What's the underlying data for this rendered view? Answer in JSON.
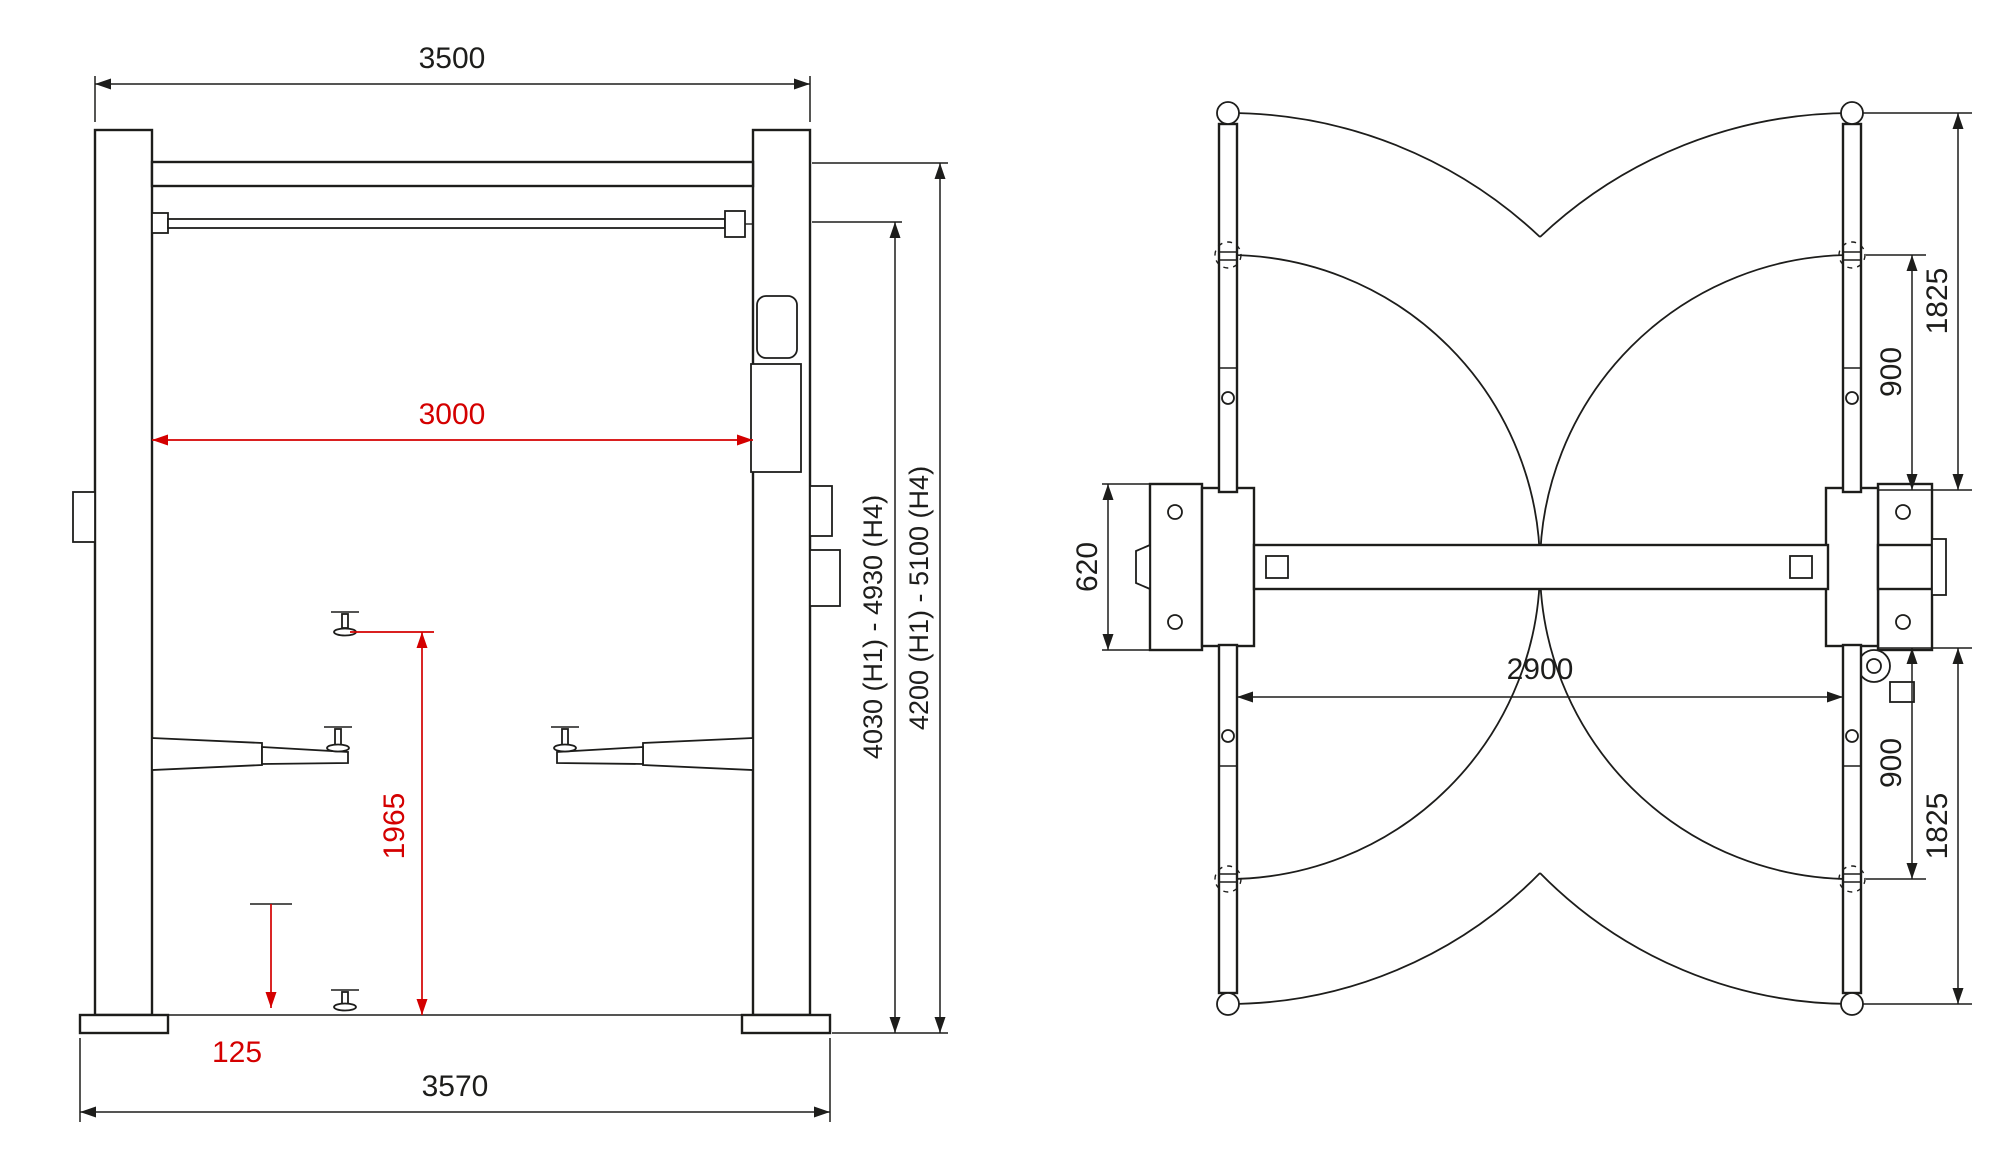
{
  "front_view": {
    "overall_width": "3500",
    "clearance_width": "3000",
    "pad_height": "1965",
    "min_pad_height": "125",
    "base_width": "3570",
    "height_under_bar": "4030 (H1) - 4930 (H4)",
    "overall_height": "4200 (H1) - 5100 (H4)"
  },
  "top_view": {
    "long_arm_top": "1825",
    "short_arm_top": "900",
    "drive_through": "2900",
    "short_arm_bottom": "900",
    "long_arm_bottom": "1825",
    "base_frame_width": "620"
  },
  "colors": {
    "line": "#1d1d1b",
    "dimension_highlight": "#d40000",
    "background": "#ffffff"
  }
}
